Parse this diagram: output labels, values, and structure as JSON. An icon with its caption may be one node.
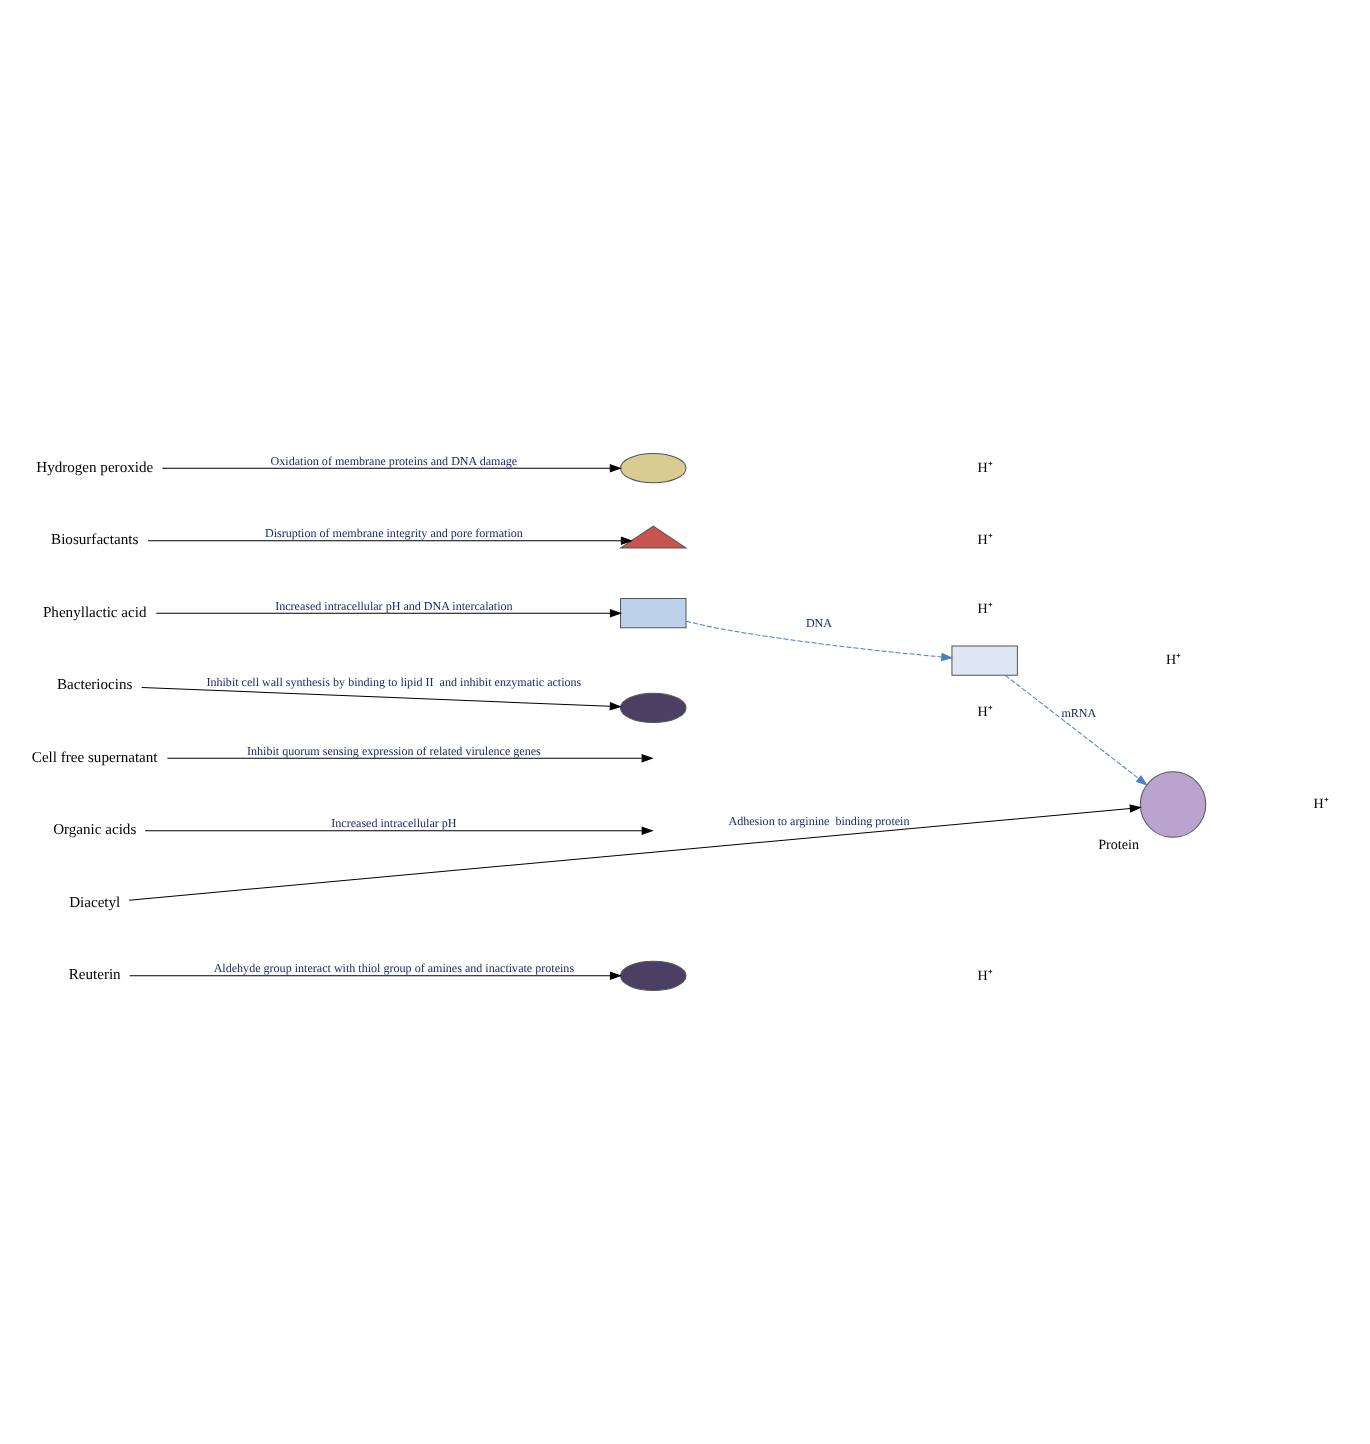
{
  "diagram": {
    "nodes": [
      {
        "text": [
          "Hydrogen peroxide"
        ]
      },
      {
        "text": [
          "Biosurfactants"
        ]
      },
      {
        "text": [
          "Phenyllactic acid"
        ]
      },
      {
        "text": [
          "Bacteriocins"
        ]
      },
      {
        "text": [
          "Cell free supernatant"
        ]
      },
      {
        "text": [
          "Organic acids"
        ]
      },
      {
        "text": [
          "Diacetyl"
        ]
      },
      {
        "text": [
          "Reuterin"
        ]
      },
      {
        "text": [],
        "shape": "ellipse"
      },
      {
        "text": [],
        "shape": "bolt"
      },
      {
        "text": [],
        "shape": "box"
      },
      {
        "text": [],
        "shape": "ellipse"
      },
      {
        "text": [],
        "shape": "ellipse"
      },
      {
        "text": [],
        "shape": "box"
      },
      {
        "text": [],
        "shape": "circle",
        "beside": [
          "Protein"
        ]
      }
    ],
    "edges": [
      {
        "from": 0,
        "to": 8,
        "arrow": "to",
        "label": "Oxidation of membrane proteins and DNA damage"
      },
      {
        "from": 1,
        "to": 9,
        "arrow": "to",
        "label": "Disruption of membrane integrity and pore formation"
      },
      {
        "from": 2,
        "to": 10,
        "arrow": "to",
        "label": "Increased intracellular pH and DNA intercalation"
      },
      {
        "from": 3,
        "to": 11,
        "arrow": "to",
        "label": "Inhibit cell wall synthesis by binding to lipid II  and inhibit enzymatic actions"
      },
      {
        "from": 4,
        "to": null,
        "arrow": "to",
        "label": "Inhibit quorum sensing expression of related virulence genes"
      },
      {
        "from": 5,
        "to": null,
        "arrow": "to",
        "label": "Increased intracellular pH"
      },
      {
        "from": 6,
        "to": 14,
        "arrow": "to",
        "label": "Adhesion to arginine  binding protein"
      },
      {
        "from": 7,
        "to": 12,
        "arrow": "to",
        "label": "Aldehyde group interact with thiol group of amines and inactivate proteins"
      },
      {
        "from": 10,
        "to": 13,
        "arrow": "to",
        "label": "DNA",
        "style": "dashed",
        "color": "#4a7fc0"
      },
      {
        "from": 13,
        "to": 14,
        "arrow": "to",
        "label": "mRNA",
        "style": "dashed",
        "color": "#4a7fc0"
      }
    ],
    "labels": [
      "H⁺",
      "H⁺",
      "H⁺",
      "H⁺",
      "H⁺",
      "H⁺",
      "H⁺"
    ]
  }
}
